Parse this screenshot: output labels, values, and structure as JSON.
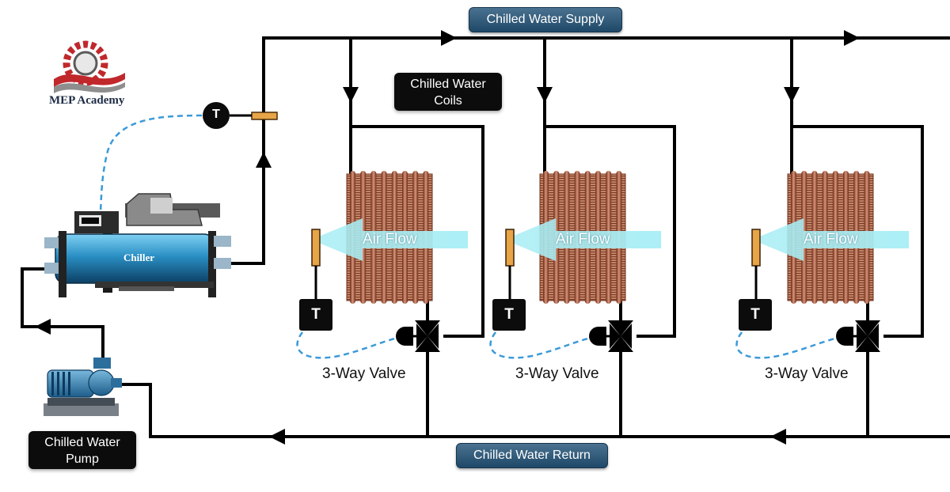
{
  "brand": {
    "name": "MEP Academy"
  },
  "labels": {
    "supply": "Chilled Water Supply",
    "return": "Chilled Water Return",
    "coils_line1": "Chilled Water",
    "coils_line2": "Coils",
    "pump_line1": "Chilled Water",
    "pump_line2": "Pump",
    "chiller": "Chiller",
    "sensor": "T"
  },
  "units": [
    {
      "airflow": "Air Flow",
      "sensor": "T",
      "valve": "3-Way Valve"
    },
    {
      "airflow": "Air Flow",
      "sensor": "T",
      "valve": "3-Way Valve"
    },
    {
      "airflow": "Air Flow",
      "sensor": "T",
      "valve": "3-Way Valve"
    }
  ],
  "colors": {
    "pipe": "#000000",
    "control_signal": "#3a9ad9",
    "coil_copper": "#a0533a",
    "airflow": "#a8eef5",
    "chiller_body": "#2a8fc4",
    "label_blue": "#2c5676",
    "label_black": "#0c0c0c",
    "brand_red": "#c0282c"
  }
}
